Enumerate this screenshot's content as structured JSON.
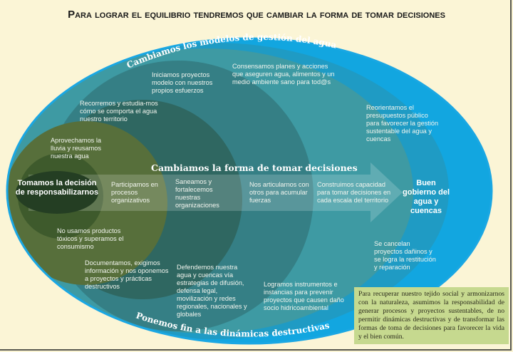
{
  "title": "Para lograr el equilibrio tendremos que cambiar la forma de tomar decisiones",
  "arc_top": "Cambiamos los modelos de gestión del agua",
  "arc_bottom": "Ponemos fin a las dinámicas destructivas",
  "center_heading": "Cambiamos la forma de tomar decisiones",
  "start": "Tomamos la decisión de responsabilizarnos",
  "goal": "Buen gobierno del agua y cuencas",
  "top_items": [
    "Iniciamos proyectos modelo con nuestros propios esfuerzos",
    "Consensamos planes y acciones que aseguren agua, alimentos y un medio ambiente sano para tod@s",
    "Recorremos y estudia-mos cómo se comporta el agua nuestro territorio",
    "Aprovechamos la lluvia y reusamos nuestra agua",
    "Reorientamos el presupuestos público para favorecer la gestión sustentable del agua y cuencas"
  ],
  "middle_items": [
    "Participamos en procesos organizativos",
    "Saneamos y fortalecemos nuestras organizaciones",
    "Nos articularnos con otros para acumular fuerzas",
    "Construimos capacidad para tomar decisiones en cada escala del territorio"
  ],
  "bottom_items": [
    "No usamos productos tóxicos y superamos el consumismo",
    "Documentamos, exigimos información y nos oponemos a proyectos y prácticas destructivos",
    "Defendemos nuestra agua y cuencas vía estrategias de difusión, defensa legal, movilización y redes regionales, nacionales y globales",
    "Logramos instrumentos e instancias para prevenir proyectos que causen daño socio hidricoambiental",
    "Se cancelan proyectos dañinos y se logra la restitución y reparación"
  ],
  "note": "Para recuperar nuestro tejido social y armonizarnos con la naturaleza, asumimos la responsabilidad de generar procesos y proyectos sustentables, de no permitir dinámicas destructivas y de transformar las formas de toma de decisiones para favorecer la vida y el bien común.",
  "colors": {
    "background": "#fbf5d6",
    "outer_blue": "#12a6e0",
    "teal": "#3f9aa2",
    "dark": "#2c5e5c",
    "green": "#5e7a3a",
    "note_bg": "#c6d98f"
  }
}
